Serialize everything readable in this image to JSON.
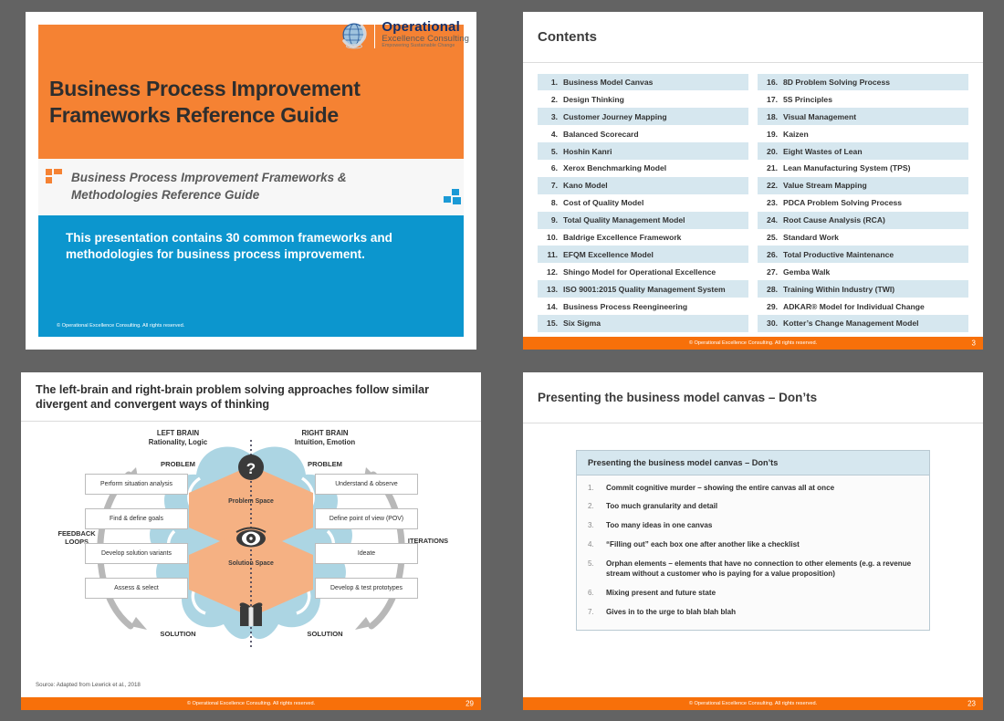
{
  "brand": {
    "orange": "#F58233",
    "footer_orange": "#F7700A",
    "blue": "#0C96CE",
    "row_tint": "#D6E7EF",
    "logo_navy": "#14306B",
    "background_gray": "#636363"
  },
  "logo": {
    "line1": "Operational",
    "line2": "Excellence Consulting",
    "line3": "Empowering Sustainable Change",
    "icon": "globe-icon"
  },
  "footer": {
    "copyright": "© Operational Excellence Consulting.  All rights reserved."
  },
  "slide_title": {
    "title": "Business Process Improvement Frameworks Reference Guide",
    "subtitle": "Business Process Improvement Frameworks & Methodologies Reference Guide",
    "callout": "This presentation contains 30 common frameworks and methodologies for business process improvement.",
    "copyright": "© Operational Excellence Consulting.  All rights reserved."
  },
  "slide_contents": {
    "heading": "Contents",
    "page_number": "3",
    "left_items": [
      {
        "num": "1.",
        "label": "Business Model Canvas"
      },
      {
        "num": "2.",
        "label": "Design Thinking"
      },
      {
        "num": "3.",
        "label": "Customer Journey Mapping"
      },
      {
        "num": "4.",
        "label": "Balanced Scorecard"
      },
      {
        "num": "5.",
        "label": "Hoshin Kanri"
      },
      {
        "num": "6.",
        "label": "Xerox Benchmarking Model"
      },
      {
        "num": "7.",
        "label": "Kano Model"
      },
      {
        "num": "8.",
        "label": "Cost of Quality Model"
      },
      {
        "num": "9.",
        "label": "Total Quality Management Model"
      },
      {
        "num": "10.",
        "label": "Baldrige Excellence Framework"
      },
      {
        "num": "11.",
        "label": "EFQM Excellence Model"
      },
      {
        "num": "12.",
        "label": "Shingo Model for Operational Excellence"
      },
      {
        "num": "13.",
        "label": "ISO 9001:2015 Quality Management System"
      },
      {
        "num": "14.",
        "label": "Business Process Reengineering"
      },
      {
        "num": "15.",
        "label": "Six Sigma"
      }
    ],
    "right_items": [
      {
        "num": "16.",
        "label": "8D Problem Solving Process"
      },
      {
        "num": "17.",
        "label": "5S Principles"
      },
      {
        "num": "18.",
        "label": "Visual Management"
      },
      {
        "num": "19.",
        "label": "Kaizen"
      },
      {
        "num": "20.",
        "label": "Eight Wastes of Lean"
      },
      {
        "num": "21.",
        "label": "Lean Manufacturing System (TPS)"
      },
      {
        "num": "22.",
        "label": "Value Stream Mapping"
      },
      {
        "num": "23.",
        "label": "PDCA Problem Solving Process"
      },
      {
        "num": "24.",
        "label": "Root Cause Analysis (RCA)"
      },
      {
        "num": "25.",
        "label": "Standard Work"
      },
      {
        "num": "26.",
        "label": "Total Productive Maintenance"
      },
      {
        "num": "27.",
        "label": "Gemba Walk"
      },
      {
        "num": "28.",
        "label": "Training Within Industry (TWI)"
      },
      {
        "num": "29.",
        "label": "ADKAR® Model for Individual Change"
      },
      {
        "num": "30.",
        "label": "Kotter’s Change Management Model"
      }
    ]
  },
  "slide_brain": {
    "heading": "The left-brain and right-brain problem solving approaches follow similar divergent and convergent ways of thinking",
    "page_number": "29",
    "source": "Source: Adapted from Lewrick et al., 2018",
    "left_head": "LEFT BRAIN\nRationality, Logic",
    "left_head_l1": "LEFT BRAIN",
    "left_head_l2": "Rationality, Logic",
    "right_head_l1": "RIGHT BRAIN",
    "right_head_l2": "Intuition, Emotion",
    "left_top_label": "PROBLEM",
    "right_top_label": "PROBLEM",
    "left_bottom_label": "SOLUTION",
    "right_bottom_label": "SOLUTION",
    "feedback_l1": "FEEDBACK",
    "feedback_l2": "LOOPS",
    "iterations": "ITERATIONS",
    "problem_space": "Problem Space",
    "solution_space": "Solution Space",
    "left_nodes": [
      "Perform situation analysis",
      "Find & define goals",
      "Develop solution variants",
      "Assess & select"
    ],
    "right_nodes": [
      "Understand & observe",
      "Define point of view (POV)",
      "Ideate",
      "Develop & test prototypes"
    ]
  },
  "slide_donts": {
    "heading": "Presenting the business model canvas – Don’ts",
    "box_heading": "Presenting the business model canvas – Don’ts",
    "page_number": "23",
    "items": [
      {
        "num": "1.",
        "text": "Commit cognitive murder – showing the entire canvas all at once"
      },
      {
        "num": "2.",
        "text": "Too much granularity and detail"
      },
      {
        "num": "3.",
        "text": "Too many ideas in one canvas"
      },
      {
        "num": "4.",
        "text": "“Filling out” each box one after another like a checklist"
      },
      {
        "num": "5.",
        "text": "Orphan elements – elements that have no connection to other elements (e.g. a revenue stream without a customer who is paying for a value proposition)"
      },
      {
        "num": "6.",
        "text": "Mixing present and future state"
      },
      {
        "num": "7.",
        "text": "Gives in to the urge to blah blah blah"
      }
    ]
  }
}
